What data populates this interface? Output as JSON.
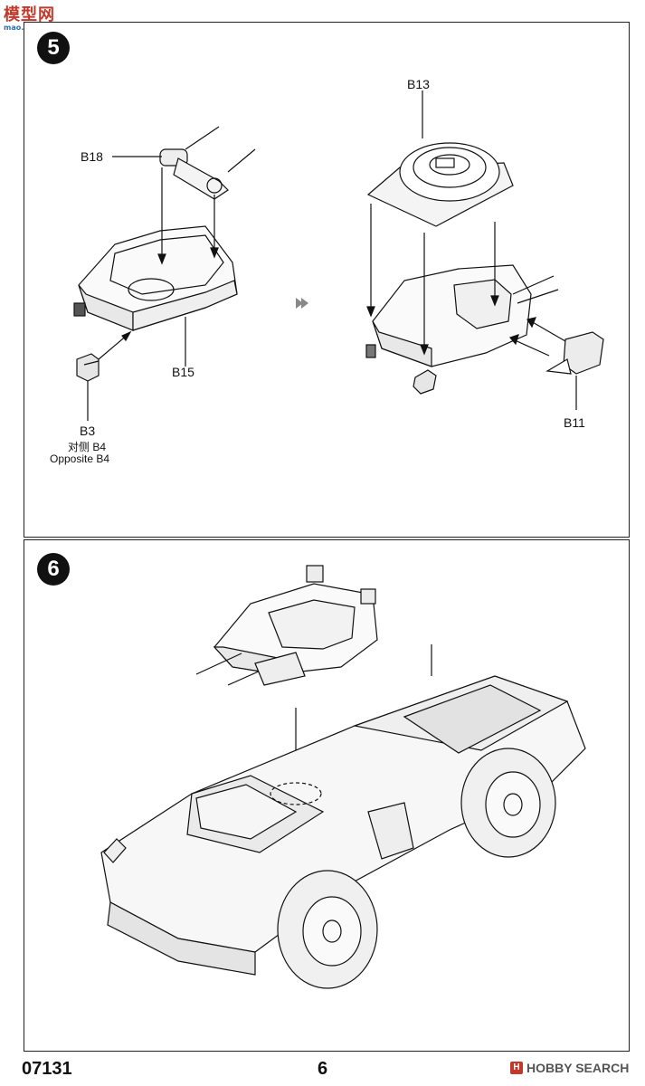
{
  "watermark": {
    "site_name": "模型网",
    "url": "mao.shou.com"
  },
  "step5": {
    "number": "5",
    "labels": {
      "b18": "B18",
      "b15": "B15",
      "b3": "B3",
      "b3_opposite_cn": "对侧 B4",
      "b3_opposite_en": "Opposite B4",
      "b13": "B13",
      "b11": "B11"
    }
  },
  "step6": {
    "number": "6"
  },
  "footer": {
    "product_code": "07131",
    "page_number": "6",
    "brand_mark": "H",
    "brand": "HOBBY SEARCH"
  }
}
